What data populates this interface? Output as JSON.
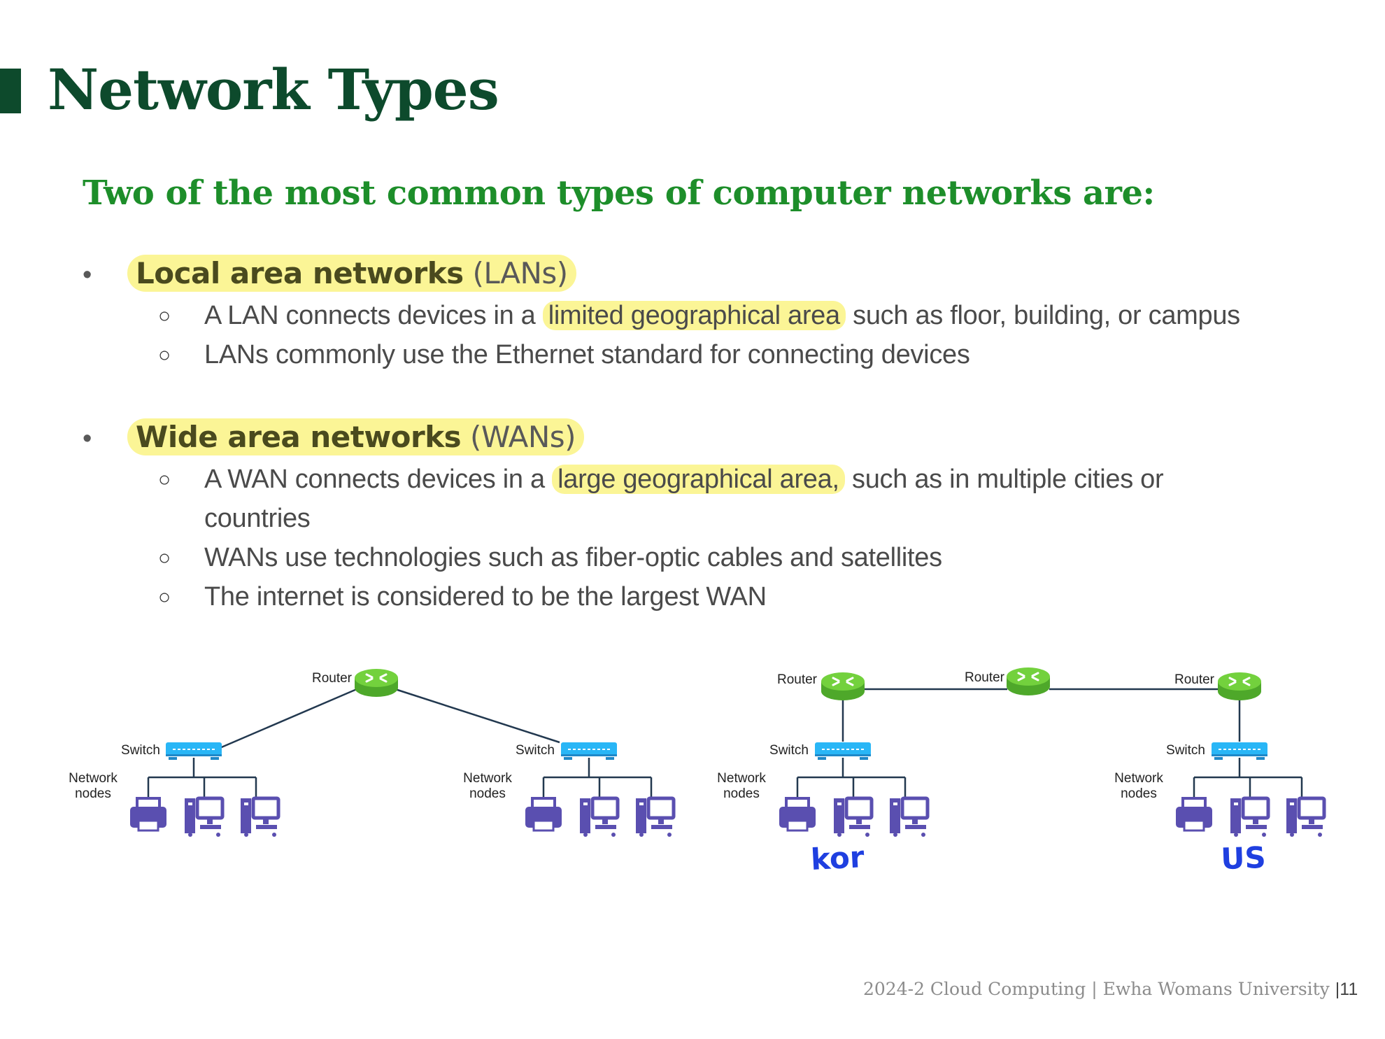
{
  "title": "Network Types",
  "subtitle": "Two of the most common types of computer networks are:",
  "sections": [
    {
      "heading_bold": "Local area networks",
      "heading_rest": " (LANs)",
      "items": [
        {
          "pre": "A LAN connects devices in a ",
          "hl": "limited geographical area",
          "post": " such as floor, building, or campus"
        },
        {
          "pre": "LANs commonly use the Ethernet standard for connecting devices"
        }
      ]
    },
    {
      "heading_bold": "Wide area networks",
      "heading_rest": " (WANs)",
      "items": [
        {
          "pre": "A WAN connects devices in a ",
          "hl": "large geographical area,",
          "post": " such as in multiple cities or",
          "cont": "countries"
        },
        {
          "pre": "WANs use technologies such as fiber-optic cables and satellites"
        },
        {
          "pre": "The internet is considered to be the largest WAN"
        }
      ]
    }
  ],
  "bullet_glyph": "•",
  "sub_glyph": "○",
  "diagram": {
    "router_label": "Router",
    "switch_label": "Switch",
    "nodes_label_1": "Network",
    "nodes_label_2": "nodes",
    "handwritten_left": "kor",
    "handwritten_right": "US"
  },
  "colors": {
    "title": "#0d4a2c",
    "subtitle": "#1d8e2a",
    "highlight": "#fbf596",
    "router": "#6fcf3c",
    "switch": "#29b6f6",
    "device": "#5a4fb0",
    "cable": "#22384f",
    "handwriting": "#1f3fe0"
  },
  "footer": {
    "course": "2024-2 Cloud Computing",
    "separator": "|",
    "university": "Ewha Womans University",
    "page_sep": "|",
    "page": "11"
  }
}
